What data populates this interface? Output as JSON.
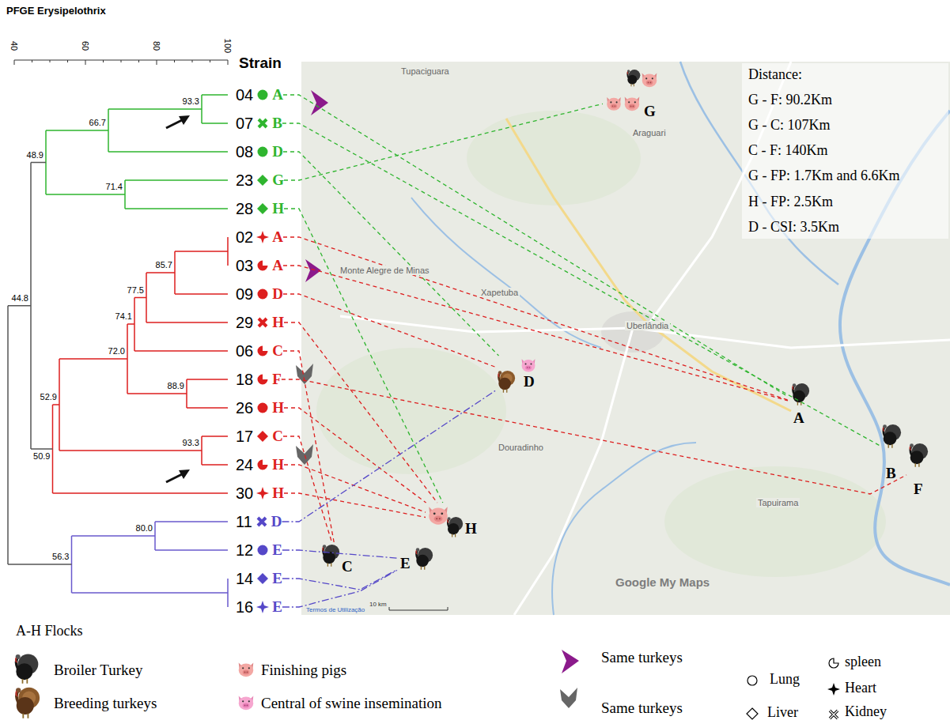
{
  "diagram": {
    "title": "PFGE Erysipelothrix",
    "nodes": [
      {
        "text": [
          "04",
          "A"
        ]
      },
      {
        "text": [
          "07",
          "B"
        ]
      },
      {
        "text": [
          "08",
          "D"
        ]
      },
      {
        "text": [
          "23",
          "G"
        ]
      },
      {
        "text": [
          "28",
          "H"
        ]
      },
      {
        "text": [
          "02",
          "A"
        ]
      },
      {
        "text": [
          "03",
          "A"
        ]
      },
      {
        "text": [
          "09",
          "D"
        ]
      },
      {
        "text": [
          "29",
          "H"
        ]
      },
      {
        "text": [
          "06",
          "C"
        ]
      },
      {
        "text": [
          "18",
          "F"
        ]
      },
      {
        "text": [
          "26",
          "H"
        ]
      },
      {
        "text": [
          "17",
          "C"
        ]
      },
      {
        "text": [
          "24",
          "H"
        ]
      },
      {
        "text": [
          "30",
          "H"
        ]
      },
      {
        "text": [
          "11",
          "D"
        ]
      },
      {
        "text": [
          "12",
          "E"
        ]
      },
      {
        "text": [
          "14",
          "E"
        ]
      },
      {
        "text": [
          "16",
          "E"
        ]
      },
      {
        "text": [
          "G"
        ]
      },
      {
        "text": [
          "D"
        ]
      },
      {
        "text": [
          "A"
        ]
      },
      {
        "text": [
          "B"
        ]
      },
      {
        "text": [
          "F"
        ]
      },
      {
        "text": [
          "H"
        ]
      },
      {
        "text": [
          "C"
        ]
      },
      {
        "text": [
          "E"
        ]
      }
    ],
    "edges": [
      {
        "from": 0,
        "to": 21,
        "arrow": "none"
      },
      {
        "from": 1,
        "to": 22,
        "arrow": "none"
      },
      {
        "from": 2,
        "to": 20,
        "arrow": "none"
      },
      {
        "from": 3,
        "to": 19,
        "arrow": "none"
      },
      {
        "from": 4,
        "to": 24,
        "arrow": "none"
      },
      {
        "from": 5,
        "to": 21,
        "arrow": "none"
      },
      {
        "from": 6,
        "to": 21,
        "arrow": "none"
      },
      {
        "from": 7,
        "to": 20,
        "arrow": "none"
      },
      {
        "from": 8,
        "to": 24,
        "arrow": "none"
      },
      {
        "from": 9,
        "to": 25,
        "arrow": "none"
      },
      {
        "from": 10,
        "to": 23,
        "arrow": "none"
      },
      {
        "from": 11,
        "to": 24,
        "arrow": "none"
      },
      {
        "from": 12,
        "to": 25,
        "arrow": "none"
      },
      {
        "from": 13,
        "to": 24,
        "arrow": "none"
      },
      {
        "from": 14,
        "to": 24,
        "arrow": "none"
      },
      {
        "from": 15,
        "to": 20,
        "arrow": "none"
      },
      {
        "from": 16,
        "to": 26,
        "arrow": "none"
      },
      {
        "from": 17,
        "to": 26,
        "arrow": "none"
      },
      {
        "from": 18,
        "to": 26,
        "arrow": "none"
      }
    ],
    "labels": [
      "Strain",
      "40",
      "60",
      "80",
      "100",
      "93.3",
      "66.7",
      "48.9",
      "71.4",
      "85.7",
      "77.5",
      "74.1",
      "72.0",
      "88.9",
      "52.9",
      "93.3",
      "50.9",
      "44.8",
      "80.0",
      "56.3",
      "Distance:",
      "G - F: 90.2Km",
      "G - C: 107Km",
      "C - F: 140Km",
      "G - FP: 1.7Km and 6.6Km",
      "H - FP: 2.5Km",
      "D - CSI: 3.5Km",
      "A-H Flocks",
      "Tupaciguara",
      "Araguari",
      "Uberlândia",
      "Monte Alegre de Minas",
      "Xapetuba",
      "Douradinho",
      "Tapuirama",
      "Google My Maps",
      "Termos de Utilização",
      "10 km"
    ],
    "legend": [
      {
        "text": "Broiler Turkey"
      },
      {
        "text": "Breeding turkeys"
      },
      {
        "text": "Finishing pigs"
      },
      {
        "text": "Central of swine insemination"
      },
      {
        "text": "Same turkeys"
      },
      {
        "text": "Same turkeys"
      },
      {
        "text": "Lung"
      },
      {
        "text": "Liver"
      },
      {
        "text": "spleen"
      },
      {
        "text": "Heart"
      },
      {
        "text": "Kidney"
      }
    ]
  }
}
